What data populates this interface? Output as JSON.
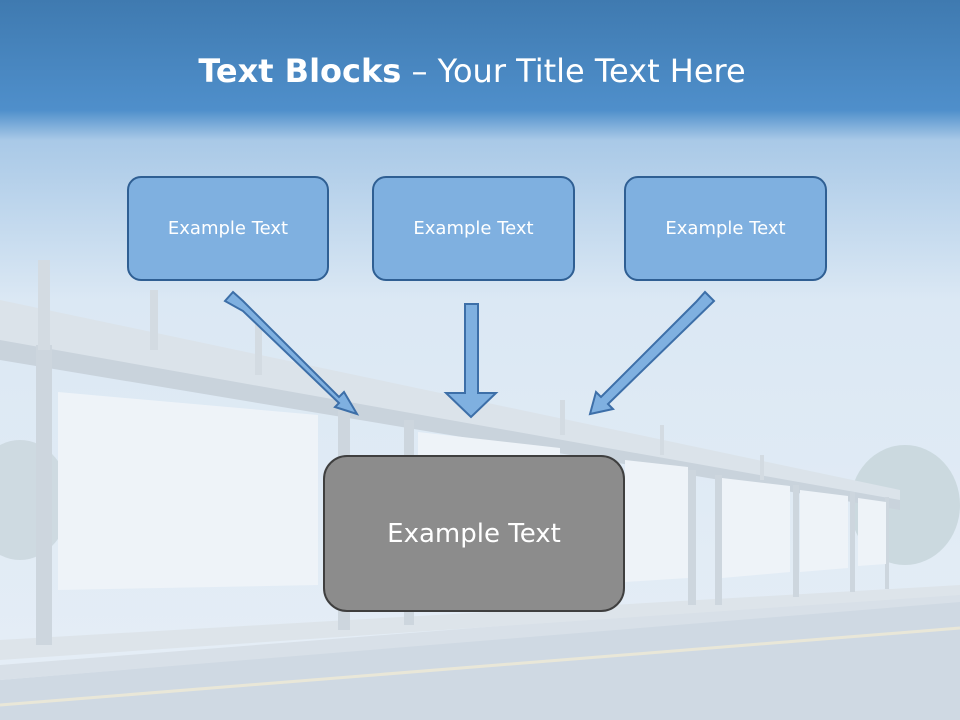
{
  "title": {
    "bold": "Text Blocks",
    "sep": " – ",
    "rest": "Your Title Text Here"
  },
  "boxes": [
    {
      "label": "Example Text"
    },
    {
      "label": "Example Text"
    },
    {
      "label": "Example Text"
    }
  ],
  "center": {
    "label": "Example Text"
  },
  "colors": {
    "box_fill": "#7fb0e0",
    "box_border": "#2f5f93",
    "center_fill": "#8c8c8c",
    "title_bar": "#4f8fcb"
  }
}
